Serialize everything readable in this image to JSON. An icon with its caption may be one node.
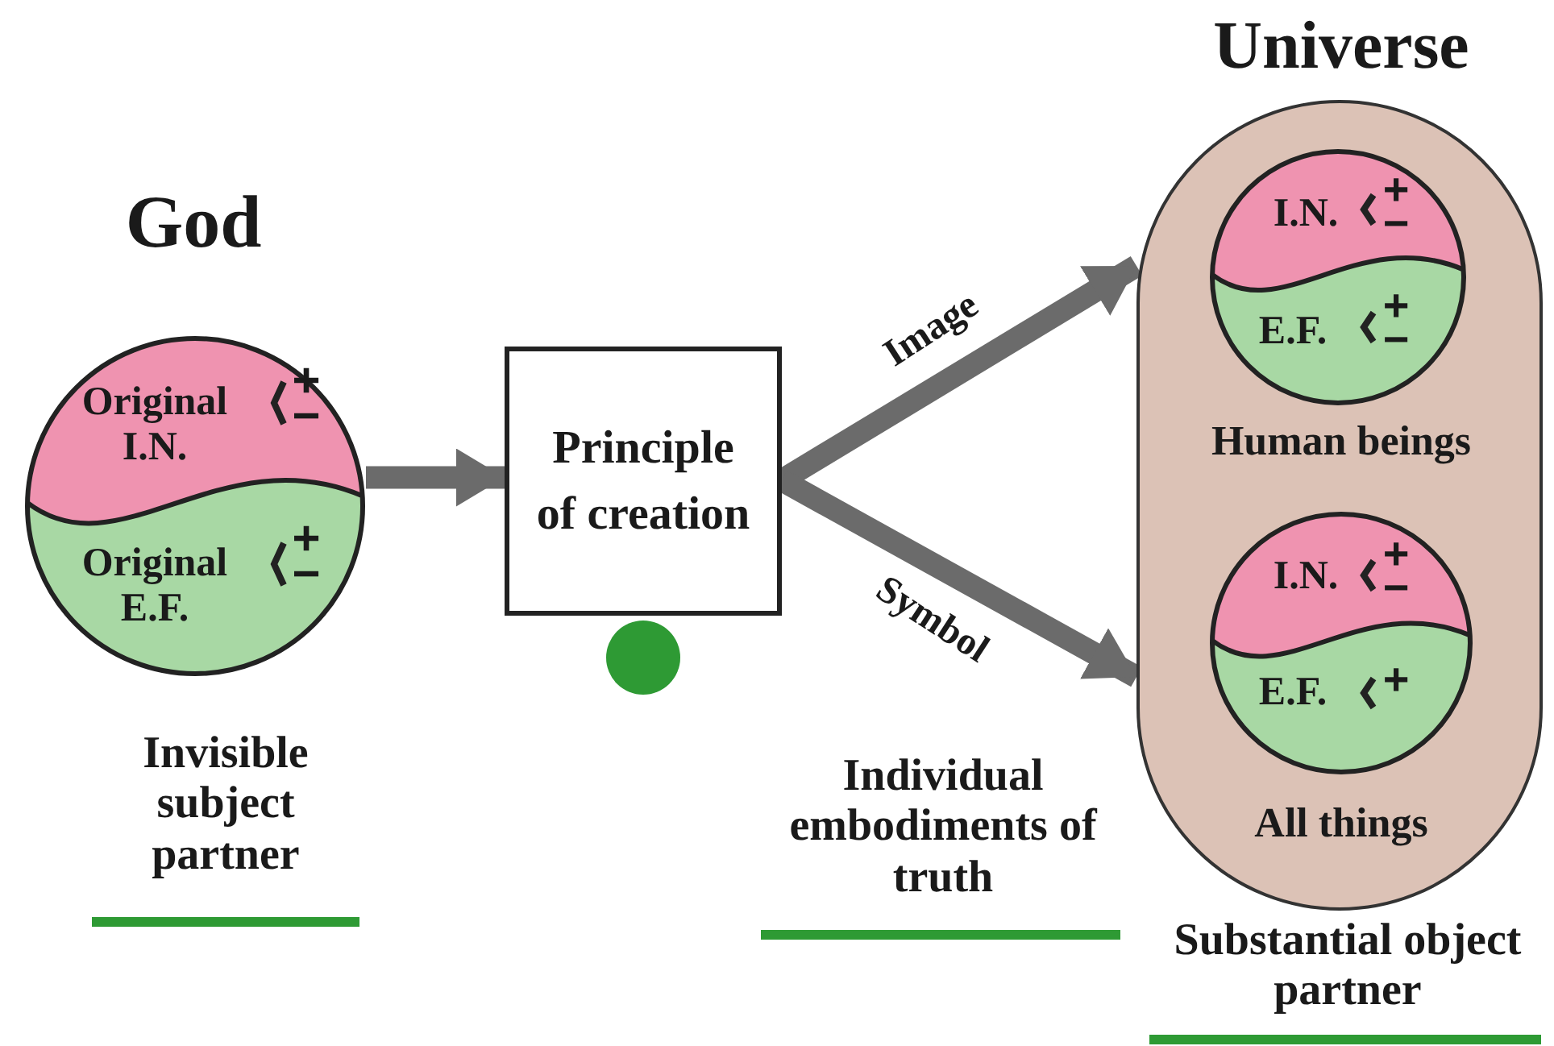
{
  "diagram": {
    "nodes": [
      {
        "text": [
          "God",
          "Original I.N.",
          "Original E.F."
        ],
        "beside": [
          "Invisible subject partner"
        ]
      },
      {
        "text": [
          "Principle of creation"
        ]
      },
      {
        "text": [
          "Universe"
        ],
        "beside": [
          "Substantial object partner"
        ]
      },
      {
        "text": [
          "I.N.",
          "E.F."
        ],
        "beside": [
          "Human beings"
        ],
        "in": 2
      },
      {
        "text": [
          "I.N.",
          "E.F."
        ],
        "beside": [
          "All things"
        ],
        "in": 2
      }
    ],
    "edges": [
      {
        "from": 0,
        "to": 1,
        "arrow": "to"
      },
      {
        "from": 1,
        "to": 2,
        "arrow": "to",
        "label": "Image"
      },
      {
        "from": 1,
        "to": 2,
        "arrow": "to",
        "label": "Symbol"
      }
    ],
    "labels": [
      "+",
      "−",
      "+",
      "−",
      "+",
      "−",
      "+",
      "−",
      "+",
      "−",
      "+",
      "Individual embodiments of truth"
    ]
  }
}
